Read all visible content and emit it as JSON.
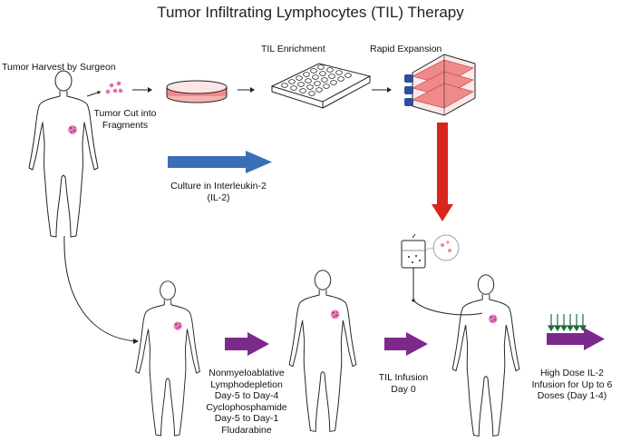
{
  "title": "Tumor Infiltrating Lymphocytes (TIL) Therapy",
  "labels": {
    "tumor_harvest": "Tumor Harvest by Surgeon",
    "tumor_cut": "Tumor Cut into\nFragments",
    "til_enrichment": "TIL Enrichment",
    "rapid_expansion": "Rapid Expansion",
    "culture": "Culture in Interleukin-2\n(IL-2)",
    "lymphodepletion": "Nonmyeloablative\nLymphodepletion\nDay-5 to Day-4\nCyclophosphamide\nDay-5 to Day-1\nFludarabine",
    "til_infusion": "TIL Infusion\nDay 0",
    "high_dose": "High Dose IL-2\nInfusion for Up to 6\nDoses (Day 1-4)"
  },
  "colors": {
    "blue_arrow": "#3a6fb8",
    "red_arrow": "#d8261c",
    "purple_arrow": "#7b2a8c",
    "green_arrows": "#1f6b3a",
    "tumor": "#e070b0",
    "culture_pink": "#f08a8a",
    "cap_blue": "#2f4f9a"
  },
  "icons": [
    "human-figure-icon",
    "tumor-icon",
    "petri-dish-icon",
    "well-plate-icon",
    "culture-flask-stack-icon",
    "iv-bag-icon"
  ]
}
